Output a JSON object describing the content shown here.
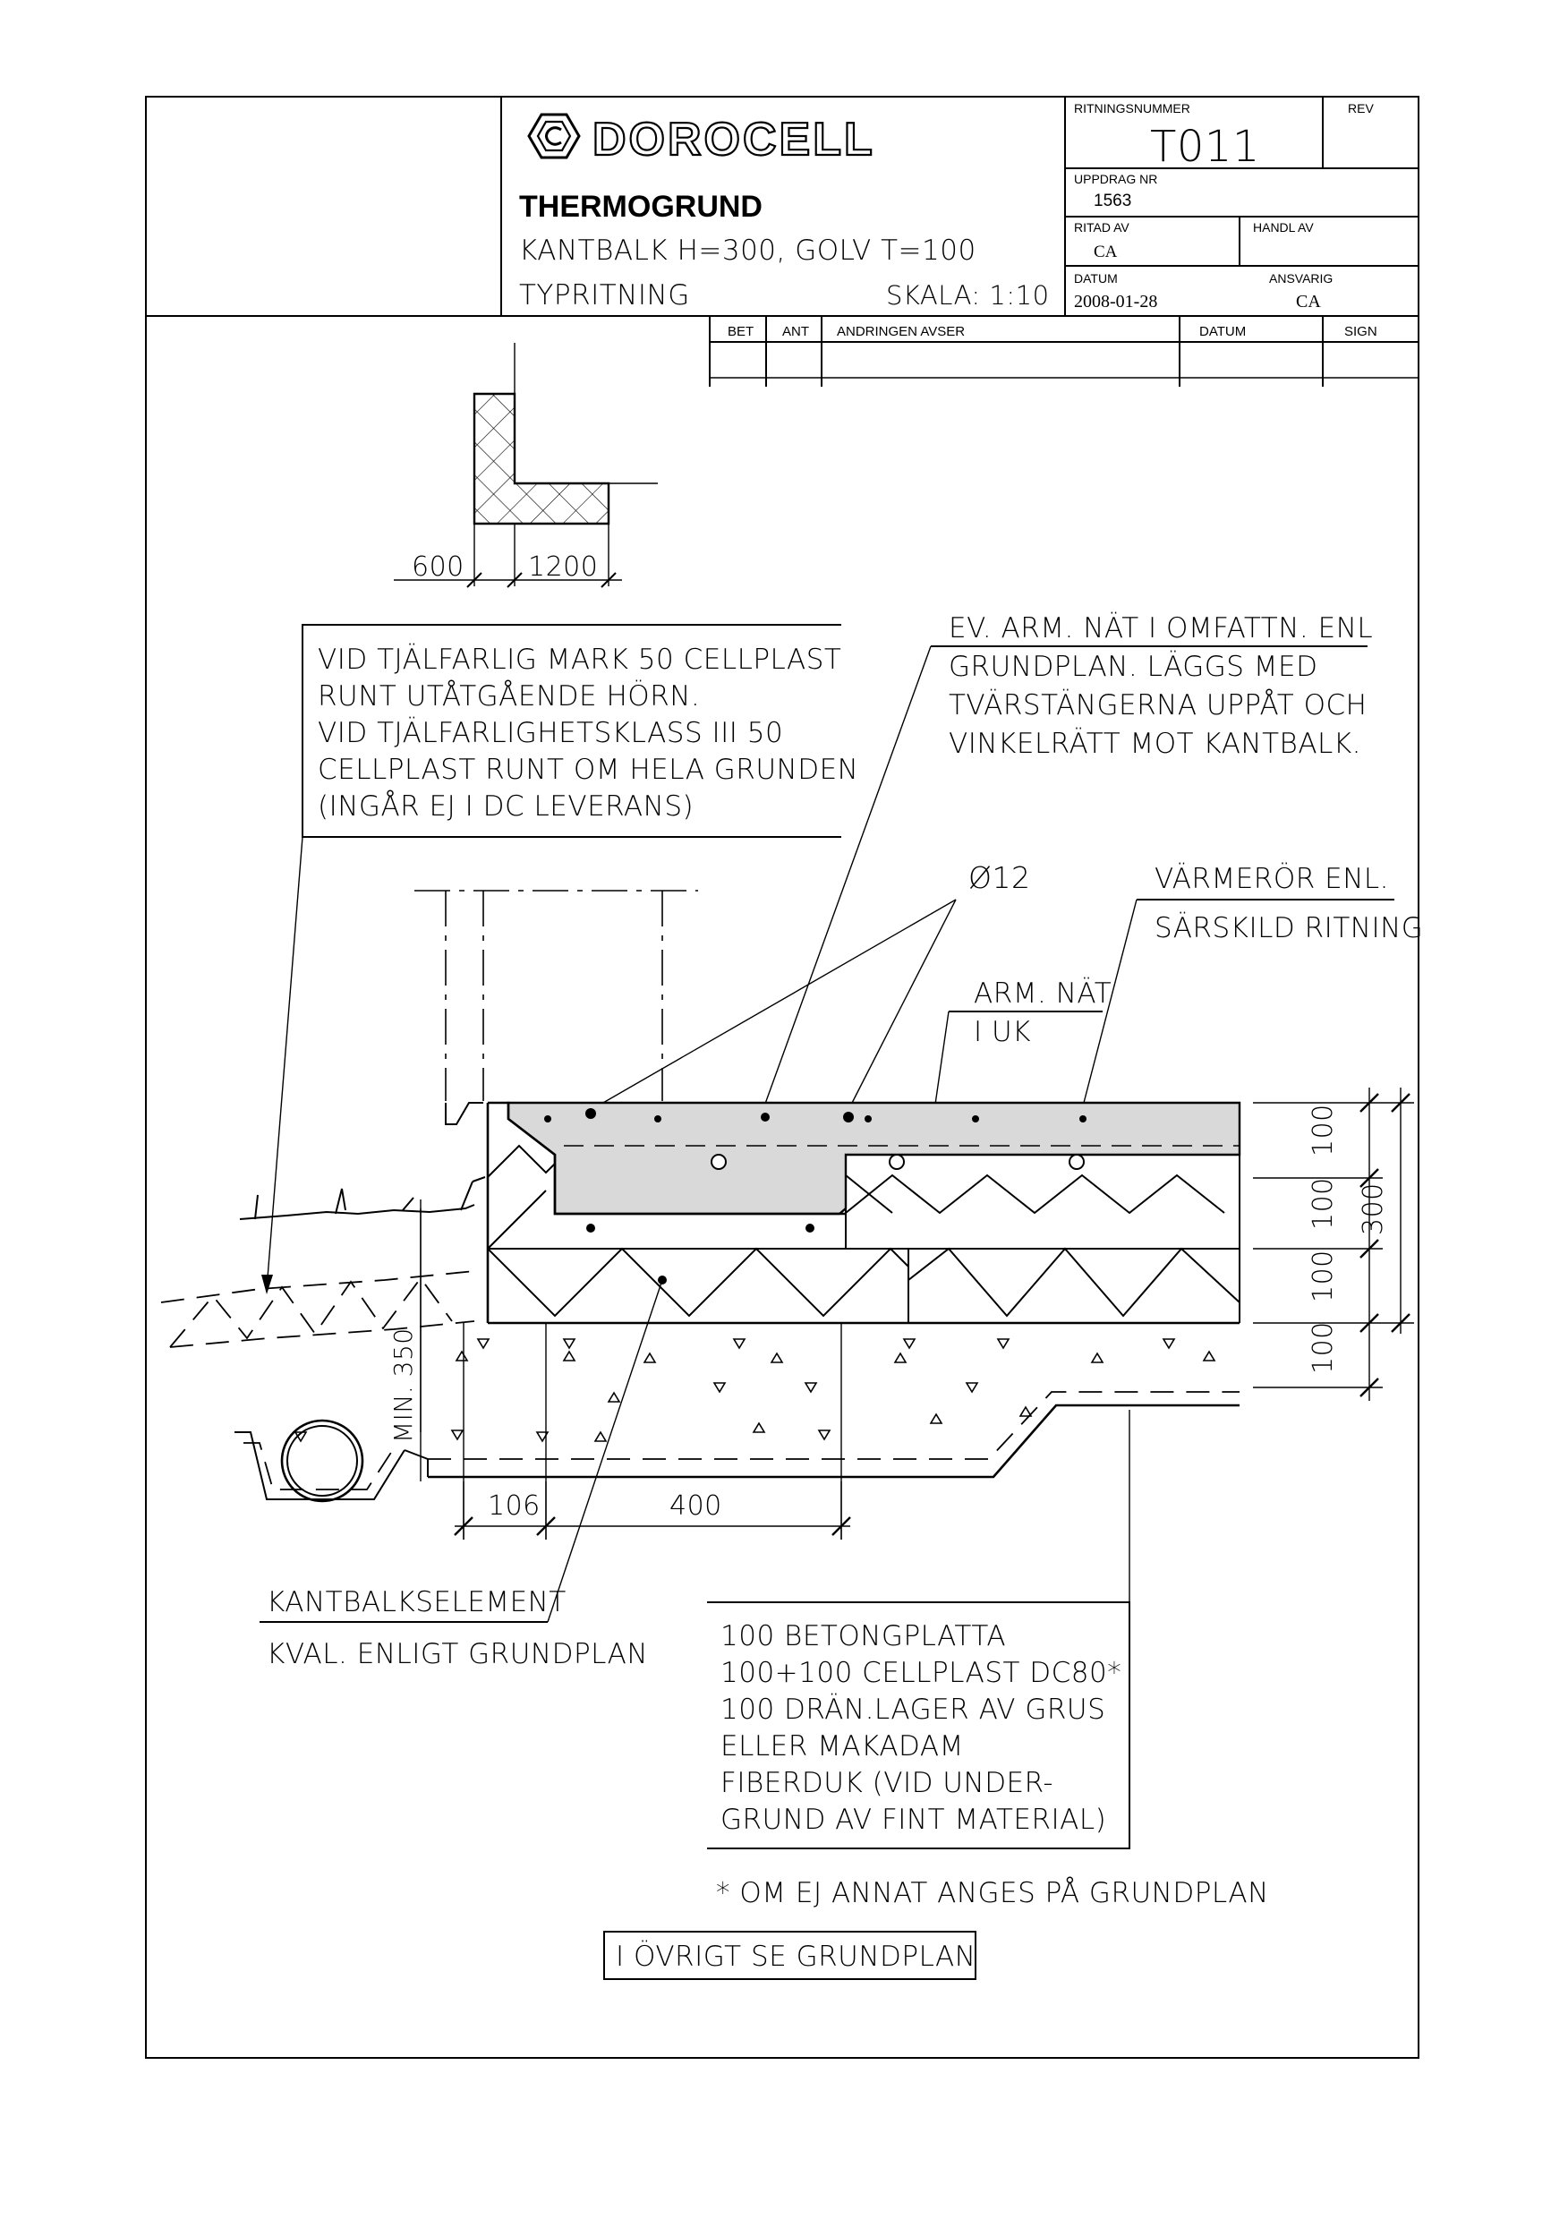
{
  "title_block": {
    "brand": "DOROCELL",
    "product": "THERMOGRUND",
    "description": "KANTBALK H=300, GOLV T=100",
    "type": "TYPRITNING",
    "scale": "SKALA: 1:10",
    "ritningsnummer_label": "RITNINGSNUMMER",
    "ritningsnummer": "T011",
    "rev_label": "REV",
    "uppdrag_label": "UPPDRAG NR",
    "uppdrag": "1563",
    "ritad_label": "RITAD AV",
    "ritad": "CA",
    "handl_label": "HANDL AV",
    "datum_label": "DATUM",
    "datum": "2008-01-28",
    "ansvarig_label": "ANSVARIG",
    "ansvarig": "CA"
  },
  "revision_table": {
    "headers": [
      "BET",
      "ANT",
      "ANDRINGEN AVSER",
      "DATUM",
      "SIGN"
    ]
  },
  "key_plan": {
    "dim_left": "600",
    "dim_right": "1200"
  },
  "notes": {
    "frost_lines": [
      "VID TJÄLFARLIG MARK 50 CELLPLAST",
      "RUNT UTÅTGÅENDE HÖRN.",
      "VID TJÄLFARLIGHETSKLASS III 50",
      "CELLPLAST RUNT OM HELA GRUNDEN",
      "(INGÅR EJ I DC LEVERANS)"
    ],
    "mesh_lines": [
      "EV. ARM. NÄT I OMFATTN. ENL",
      "GRUNDPLAN. LÄGGS MED",
      "TVÄRSTÄNGERNA UPPÅT OCH",
      "VINKELRÄTT MOT KANTBALK."
    ],
    "rebar": "Ø12",
    "heating_lines": [
      "VÄRMERÖR ENL.",
      "SÄRSKILD RITNING"
    ],
    "arm_nat_lines": [
      "ARM. NÄT",
      "I UK"
    ],
    "element_title": "KANTBALKSELEMENT",
    "element_sub": "KVAL. ENLIGT GRUNDPLAN",
    "layers": [
      "100 BETONGPLATTA",
      "100+100 CELLPLAST DC80*",
      "100 DRÄN.LAGER AV GRUS",
      "ELLER MAKADAM",
      "FIBERDUK (VID UNDER-",
      "GRUND AV FINT MATERIAL)"
    ],
    "footnote": "* OM EJ ANNAT ANGES PÅ GRUNDPLAN",
    "see_also": "I ÖVRIGT SE GRUNDPLAN"
  },
  "dimensions": {
    "layer1": "100",
    "layer2": "100",
    "layer3": "100",
    "layer4": "100",
    "total": "300",
    "min_depth": "MIN. 350",
    "width_a": "106",
    "width_b": "400"
  }
}
